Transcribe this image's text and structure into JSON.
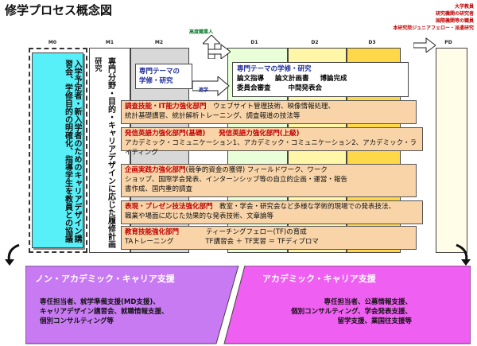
{
  "title": "修学プロセス概念図",
  "stages": [
    "M0",
    "M1",
    "M2",
    "D1",
    "D2",
    "D3",
    "PD"
  ],
  "top_labels": {
    "green_entry": "高度職業人",
    "red_lines": [
      "大学教員",
      "研究機関の研究者",
      "国際機関等の職員",
      "本研究院ジュニアフェロー・派遣研究"
    ]
  },
  "m0_text": "入学予定者・新入学者のためのキャリアデザイン講習会、学修目的の明確化、指導学生を教員との協議",
  "m1_header": "研究",
  "m1_text": "専門分野・目的・キャリアデザインに応じた履修計画",
  "m2_box": {
    "line1": "専門テーマの",
    "line2": "学修・研究"
  },
  "shift_label": "進学",
  "d_box": {
    "title": "専門テーマの学修・研究",
    "row1": [
      "論文指導",
      "論文計画書",
      "博論完成"
    ],
    "row2": [
      "委員会審査",
      "中間発表会"
    ]
  },
  "depts": [
    {
      "head": "調査技能・IT能力強化部門",
      "body1": "ウェブサイト管理技術、映像情報処理、",
      "body2": "統計基礎講習、統計解析トレーニング、調査報道の技法等"
    },
    {
      "head": "発信英語力強化部門(基礎)",
      "head2": "発信英語力強化部門(上級)",
      "body1": "アカデミック・コミュニケーション1、アカデミック・コミュニケーション2、アカデミック・ライティング"
    },
    {
      "head": "企画実践力強化部門",
      "body1": "(競争的資金の獲得) フィールドワーク、ワーク",
      "body2": "ショップ、国際学会発表、インターンシップ等の自立的企画・運営・報告",
      "body3": "書作成、国内重的調査"
    },
    {
      "head": "表現・プレゼン技法強化部門",
      "body1": "教室・学会・研究会など多様な学術的現場での発表技法、",
      "body2": "職業や場面に応じた効果的な発表技術、文章論等"
    },
    {
      "head": "教育技能強化部門",
      "body1": "ティーチングフェロー(TF)の育成",
      "body2a": "TAトレーニング",
      "body2b": "TF講習会 ＋ TF実習 ＝ TFディプロマ"
    }
  ],
  "non_academic": {
    "title": "ノン・アカデミック・キャリア支援",
    "lines": [
      "専任担当者、就学準備支援(MD支援)、",
      "キャリアデザイン講習会、就職情報支援、",
      "個別コンサルティング等"
    ]
  },
  "academic": {
    "title": "アカデミック・キャリア支援",
    "lines": [
      "専任担当者、公募情報支援、",
      "個別コンサルティング、学会発表支援、",
      "留学支援、業国往支援等"
    ]
  },
  "colors": {
    "m0_fill": "#58f0f8",
    "m1_fill": "#ffffff",
    "m2_fill": "#d8d8d8",
    "d1_fill": "#e8ffd8",
    "d2_fill": "#fff6a8",
    "d3_fill": "#ffd84a",
    "pd_fill": "#fffce8",
    "dept_fill": "#f8d4a8",
    "non_academic": "#c87af2",
    "academic": "#ef5ff2"
  }
}
